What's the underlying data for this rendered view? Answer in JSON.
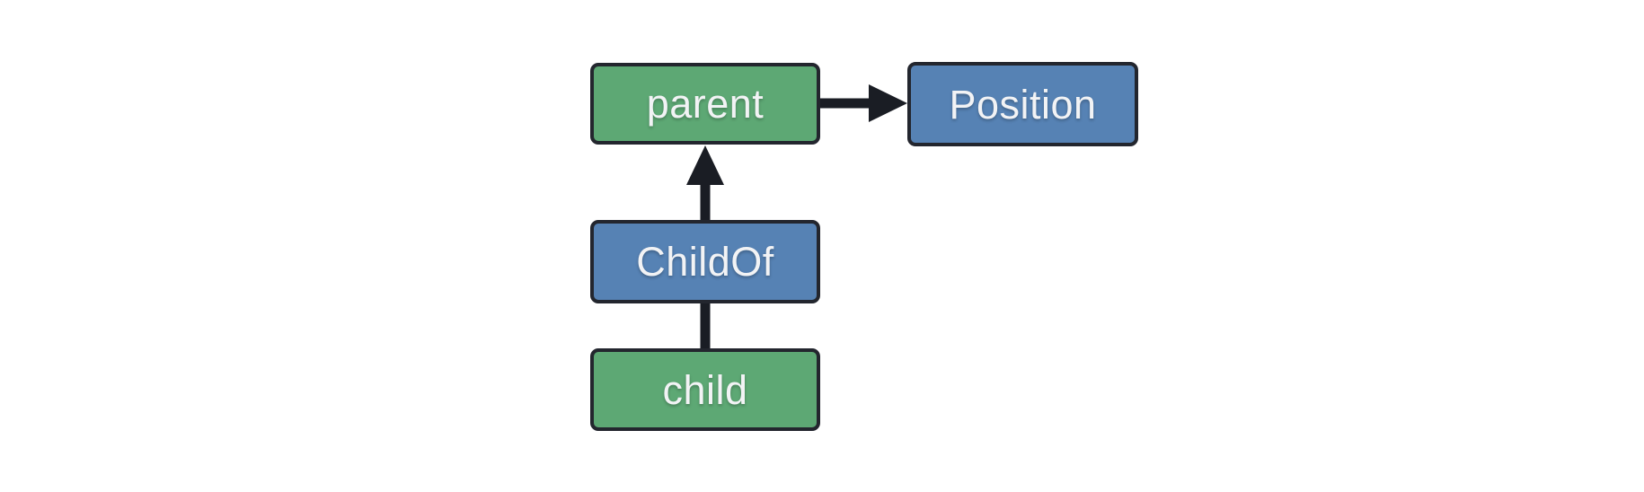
{
  "diagram": {
    "type": "node-graph",
    "background_color": "#FFFFFF",
    "colors": {
      "entity_fill": "#5DA874",
      "component_fill": "#5682B4",
      "node_border": "#23262E",
      "connector": "#1A1D24",
      "label_text": "#F2F3F5"
    },
    "nodes": [
      {
        "id": "parent",
        "label": "parent",
        "fill": "#5DA874"
      },
      {
        "id": "Position",
        "label": "Position",
        "fill": "#5682B4"
      },
      {
        "id": "ChildOf",
        "label": "ChildOf",
        "fill": "#5682B4"
      },
      {
        "id": "child",
        "label": "child",
        "fill": "#5DA874"
      }
    ],
    "edges": [
      {
        "from": "parent",
        "to": "Position",
        "arrowhead": true,
        "direction": "right"
      },
      {
        "from": "ChildOf",
        "to": "parent",
        "arrowhead": true,
        "direction": "up"
      },
      {
        "from": "child",
        "to": "ChildOf",
        "arrowhead": false,
        "direction": "up"
      }
    ]
  }
}
